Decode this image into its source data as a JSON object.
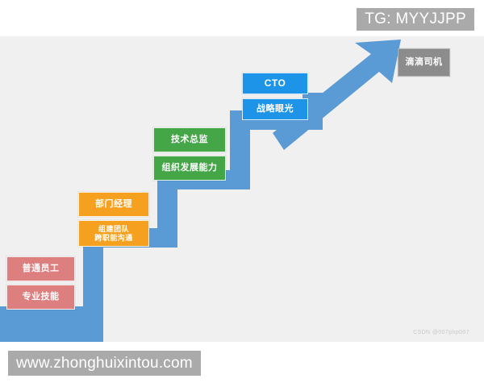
{
  "diagram": {
    "type": "career-ladder-staircase",
    "background_color": "#f0f0f0",
    "stair_color": "#5b9bd5",
    "arrow_color": "#5b9bd5",
    "steps": [
      {
        "level": 1,
        "color": "#dd7f7f",
        "title": "普通员工",
        "skill": "专业技能"
      },
      {
        "level": 2,
        "color": "#f5a01e",
        "title": "部门经理",
        "skill": "组建团队\n跨职能沟通"
      },
      {
        "level": 3,
        "color": "#45a648",
        "title": "技术总监",
        "skill": "组织发展能力"
      },
      {
        "level": 4,
        "color": "#1e94e8",
        "title": "CTO",
        "skill": "战略眼光"
      }
    ],
    "destination": {
      "label": "滴滴司机",
      "color": "#8c8c8c"
    }
  },
  "watermarks": {
    "top_badge": "TG: MYYJJPP",
    "bottom_badge": "www.zhonghuixintou.com",
    "corner_note": "CSDN @007php007"
  }
}
